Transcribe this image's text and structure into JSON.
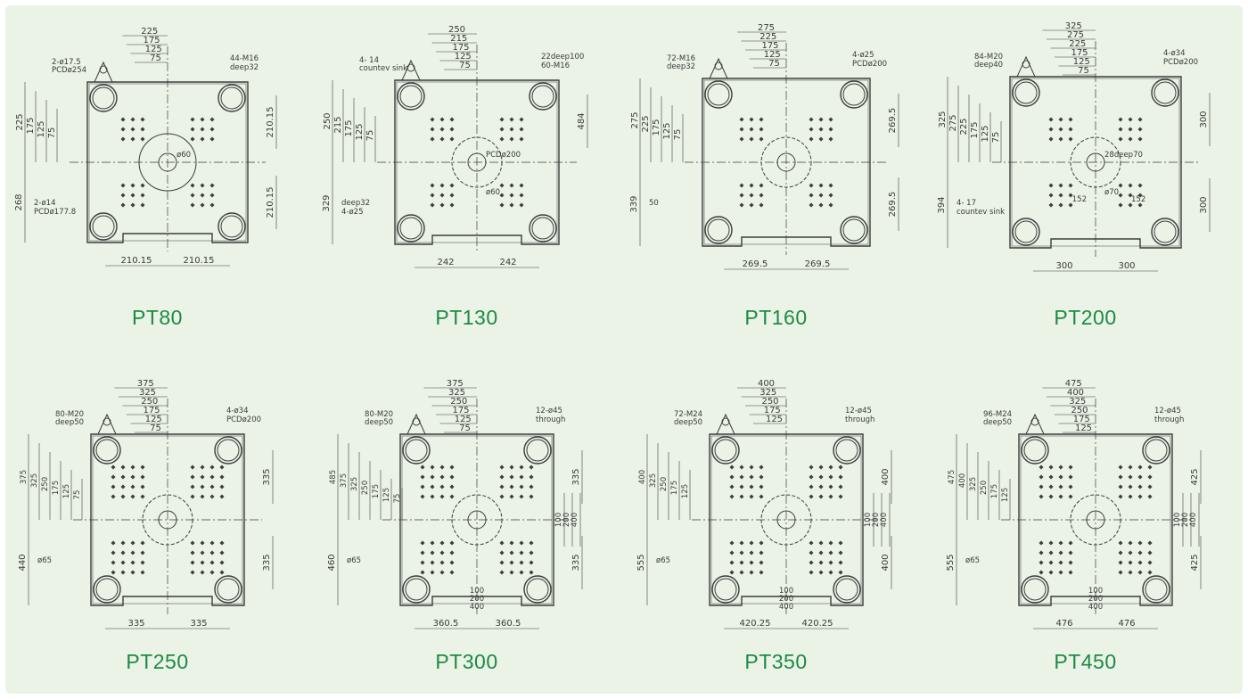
{
  "colors": {
    "background": "#eaf3e5",
    "line": "#3c3c3c",
    "model_label": "#1d8a45"
  },
  "platens": [
    {
      "model": "PT80",
      "top_dims": [
        "225",
        "175",
        "125",
        "75"
      ],
      "left_dims": [
        "225",
        "175",
        "125",
        "75",
        "268"
      ],
      "right_dims": [
        "210.15",
        "210.15"
      ],
      "bottom_dims": [
        "210.15",
        "210.15"
      ],
      "callouts": [
        "2-ø17.5",
        "PCDø254",
        "44-M16",
        "deep32",
        "2-ø14",
        "PCDø177.8",
        "ø60"
      ]
    },
    {
      "model": "PT130",
      "top_dims": [
        "250",
        "215",
        "175",
        "125",
        "75"
      ],
      "left_dims": [
        "250",
        "215",
        "175",
        "125",
        "75",
        "329"
      ],
      "right_dims": [
        "484"
      ],
      "bottom_dims": [
        "242",
        "242"
      ],
      "callouts": [
        "4- 14",
        "countev sink",
        "22deep100",
        "60-M16",
        "deep32",
        "4-ø25",
        "PCDø200",
        "ø60"
      ]
    },
    {
      "model": "PT160",
      "top_dims": [
        "275",
        "225",
        "175",
        "125",
        "75"
      ],
      "left_dims": [
        "275",
        "225",
        "175",
        "125",
        "75",
        "339"
      ],
      "right_dims": [
        "269.5",
        "269.5"
      ],
      "bottom_dims": [
        "269.5",
        "269.5"
      ],
      "callouts": [
        "72-M16",
        "deep32",
        "4-ø25",
        "PCDø200",
        "50"
      ]
    },
    {
      "model": "PT200",
      "top_dims": [
        "325",
        "275",
        "225",
        "175",
        "125",
        "75"
      ],
      "left_dims": [
        "325",
        "275",
        "225",
        "175",
        "125",
        "75",
        "394"
      ],
      "right_dims": [
        "300",
        "300"
      ],
      "bottom_dims": [
        "300",
        "300"
      ],
      "callouts": [
        "84-M20",
        "deep40",
        "4-ø34",
        "PCDø200",
        "4- 17",
        "countev sink",
        "28deep70",
        "ø70",
        "152",
        "152"
      ]
    },
    {
      "model": "PT250",
      "top_dims": [
        "375",
        "325",
        "250",
        "175",
        "125",
        "75"
      ],
      "left_dims": [
        "375",
        "325",
        "250",
        "175",
        "125",
        "75",
        "440"
      ],
      "right_dims": [
        "335",
        "335"
      ],
      "bottom_dims": [
        "335",
        "335"
      ],
      "callouts": [
        "80-M20",
        "deep50",
        "4-ø34",
        "PCDø200",
        "ø65"
      ]
    },
    {
      "model": "PT300",
      "top_dims": [
        "375",
        "325",
        "250",
        "175",
        "125",
        "75"
      ],
      "left_dims": [
        "485",
        "375",
        "325",
        "250",
        "175",
        "125",
        "75",
        "460"
      ],
      "right_dims": [
        "335",
        "335",
        "100",
        "200",
        "400"
      ],
      "bottom_dims": [
        "100",
        "200",
        "400",
        "360.5",
        "360.5"
      ],
      "callouts": [
        "80-M20",
        "deep50",
        "12-ø45",
        "through",
        "ø65"
      ]
    },
    {
      "model": "PT350",
      "top_dims": [
        "400",
        "325",
        "250",
        "175",
        "125"
      ],
      "left_dims": [
        "400",
        "325",
        "250",
        "175",
        "125",
        "555"
      ],
      "right_dims": [
        "400",
        "400",
        "100",
        "200",
        "400"
      ],
      "bottom_dims": [
        "100",
        "200",
        "400",
        "420.25",
        "420.25"
      ],
      "callouts": [
        "72-M24",
        "deep50",
        "12-ø45",
        "through",
        "ø65"
      ]
    },
    {
      "model": "PT450",
      "top_dims": [
        "475",
        "400",
        "325",
        "250",
        "175",
        "125"
      ],
      "left_dims": [
        "475",
        "400",
        "325",
        "250",
        "175",
        "125",
        "555"
      ],
      "right_dims": [
        "425",
        "425",
        "100",
        "200",
        "400"
      ],
      "bottom_dims": [
        "100",
        "200",
        "400",
        "476",
        "476"
      ],
      "callouts": [
        "96-M24",
        "deep50",
        "12-ø45",
        "through",
        "ø65"
      ]
    }
  ]
}
